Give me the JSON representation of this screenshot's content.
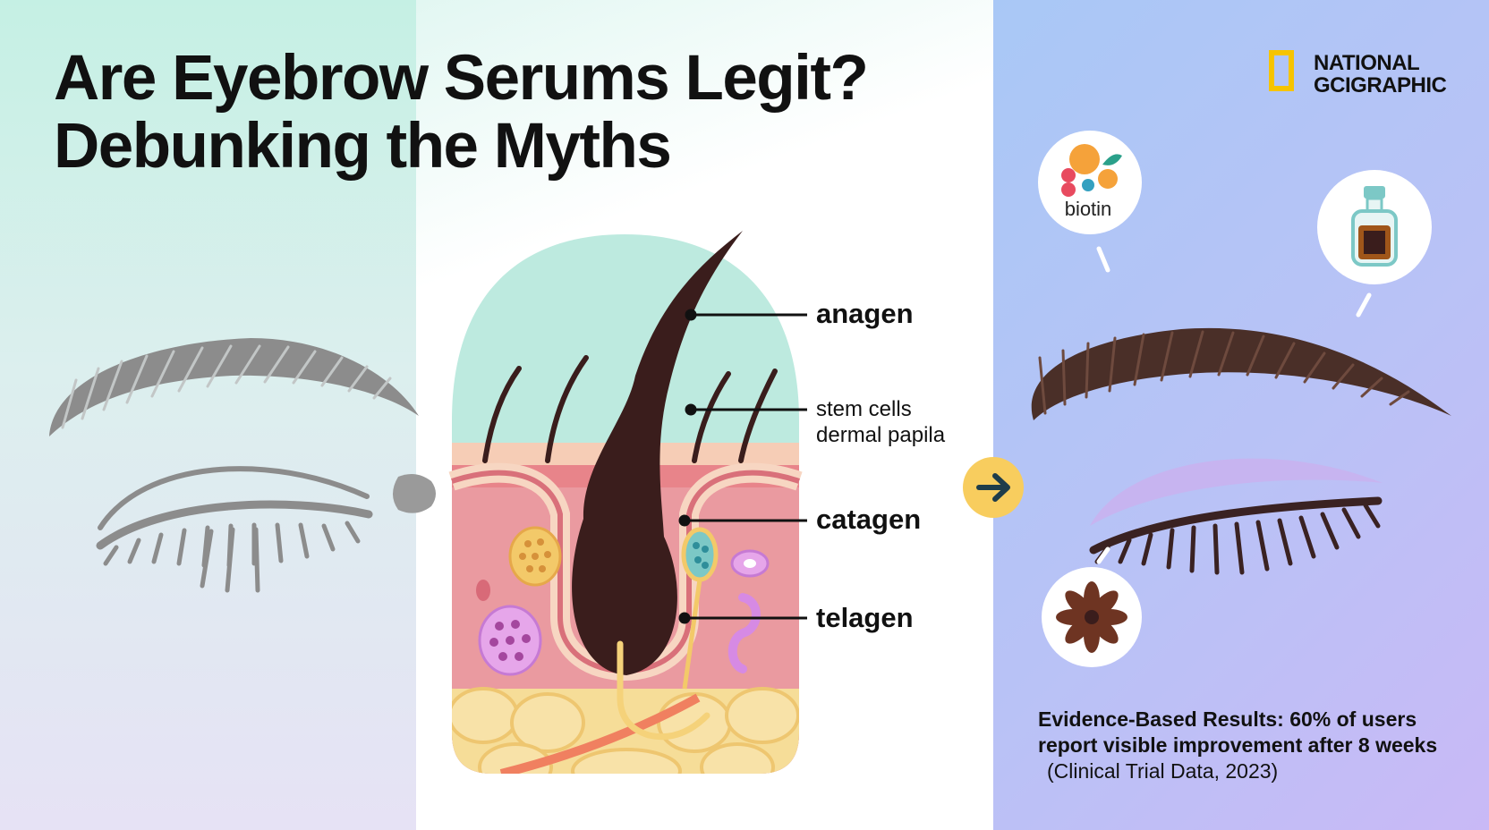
{
  "headline": {
    "line1": "Are Eyebrow Serums Legit?",
    "line2": "Debunking the Myths"
  },
  "logo": {
    "line1": "NATIONAL",
    "line2": "GCIGRAPHIC",
    "frame_color": "#f6c400"
  },
  "diagram": {
    "labels": {
      "anagen": "anagen",
      "stem_cells": "stem cells",
      "dermal_papila": "dermal papila",
      "catagen": "catagen",
      "telagen": "telagen"
    }
  },
  "icons": {
    "biotin_label": "biotin",
    "arrow": "arrow-right-icon",
    "serum_bottle": "serum-bottle-icon",
    "flower": "flower-icon"
  },
  "results": {
    "main": "Evidence-Based Results: 60% of users report visible improvement after 8 weeks",
    "source": "(Clinical Trial Data, 2023)"
  },
  "colors": {
    "before_brow": "#8c8c8c",
    "after_brow": "#4a2f28",
    "hair": "#3a1d1c",
    "skin": "#e8848a",
    "arrow_badge": "#f8cd5e"
  }
}
